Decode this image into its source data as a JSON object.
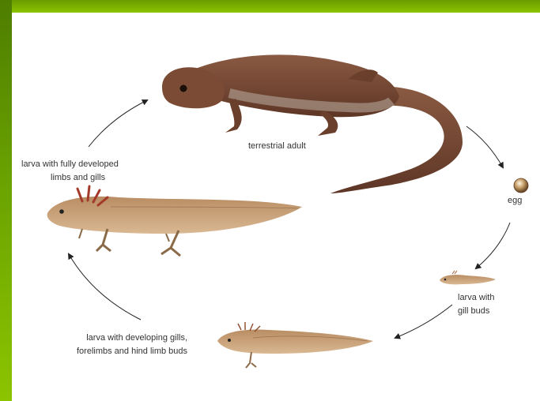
{
  "diagram": {
    "stages": {
      "adult": "terrestrial adult",
      "egg": "egg",
      "larva_gill_buds": [
        "larva with",
        "gill buds"
      ],
      "larva_developing": [
        "larva with developing gills,",
        "forelimbs and hind limb buds"
      ],
      "larva_full": [
        "larva with fully developed",
        "limbs and gills"
      ]
    }
  },
  "colors": {
    "accent_green": "#6aa200",
    "adult_body": "#7a4a34",
    "larva_body": "#c8a07a"
  }
}
